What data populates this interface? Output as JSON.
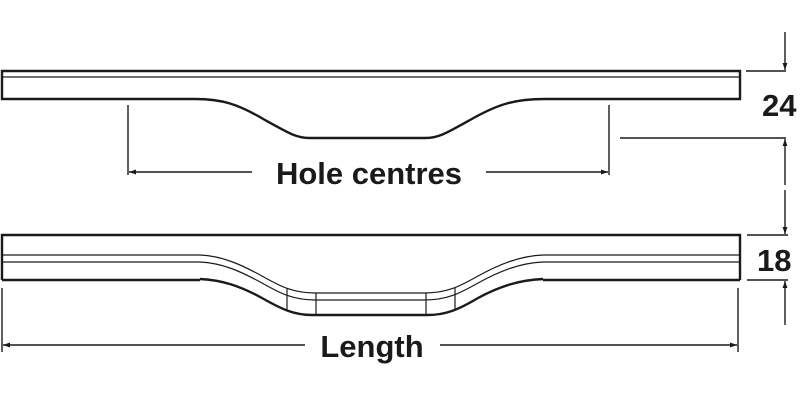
{
  "drawing": {
    "title": "Handle profile dimension drawing",
    "views": [
      {
        "name": "top-profile-view"
      },
      {
        "name": "front-profile-view"
      }
    ],
    "dimensions": {
      "hole_centres": {
        "label": "Hole centres"
      },
      "length": {
        "label": "Length"
      },
      "height_top": {
        "label": "24",
        "value": 24
      },
      "height_front": {
        "label": "18",
        "value": 18
      }
    },
    "colors": {
      "line": "#1a1a1a",
      "background": "#ffffff"
    }
  }
}
